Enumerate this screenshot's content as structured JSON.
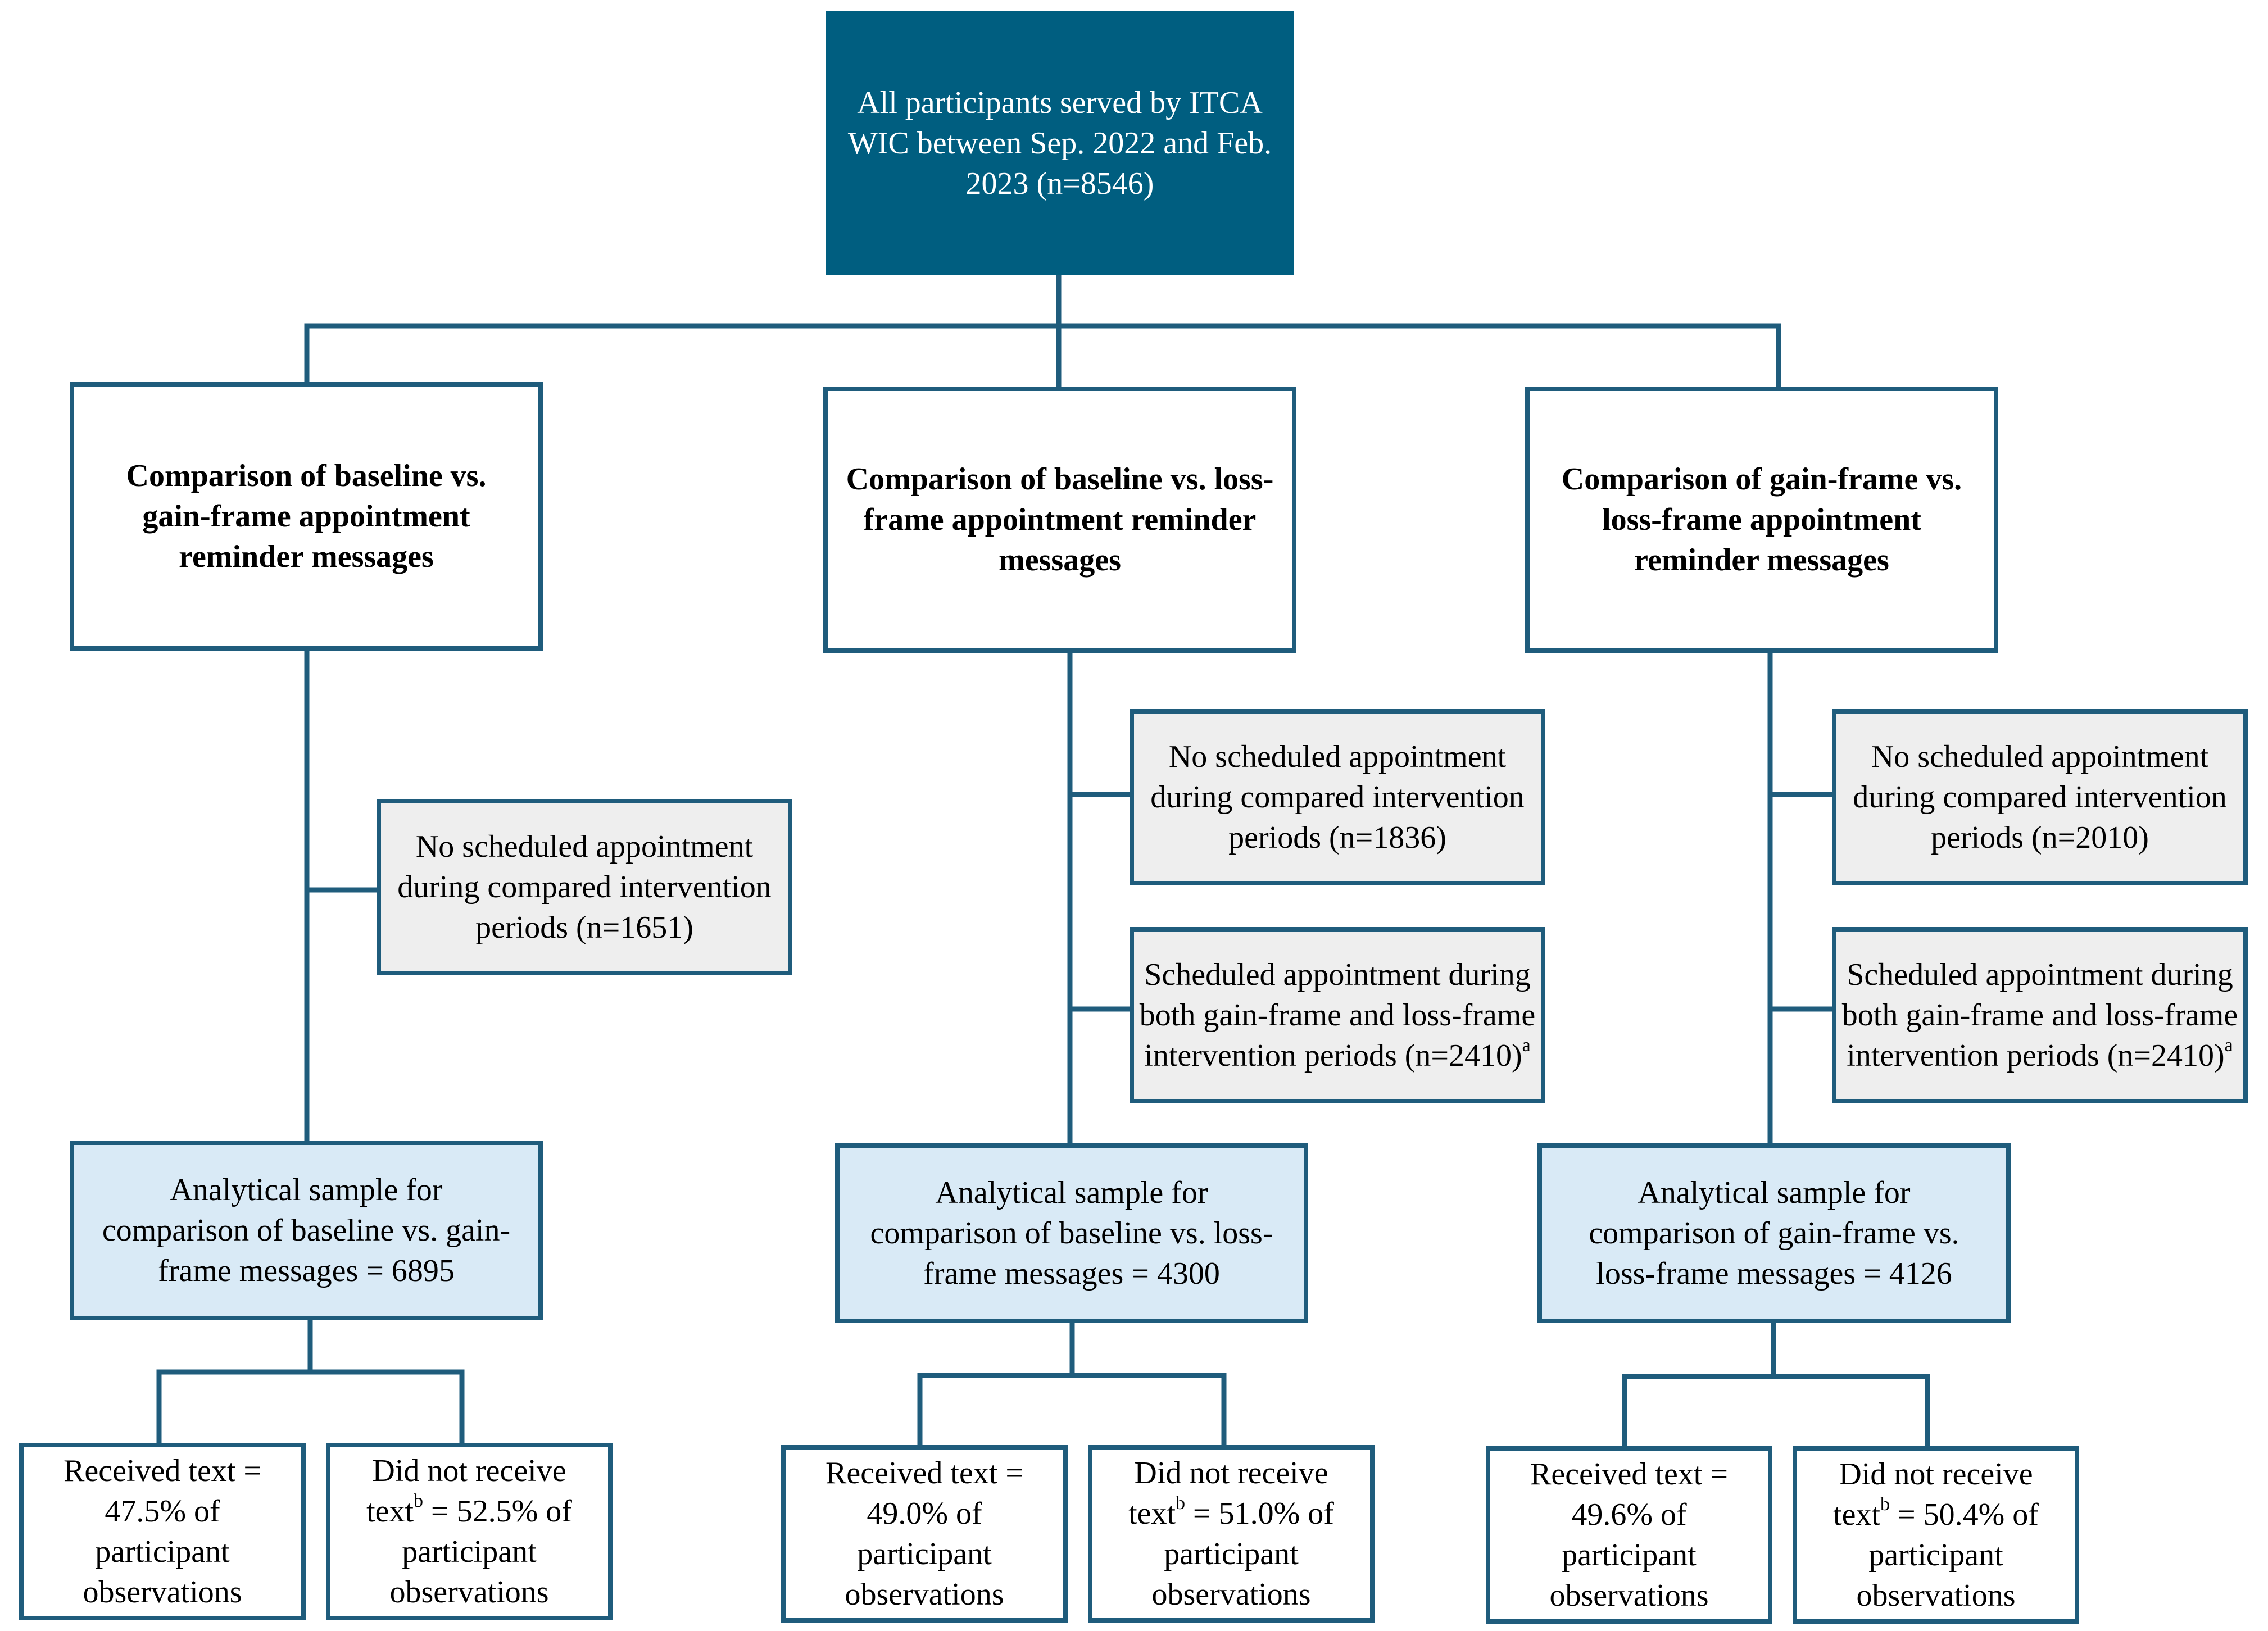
{
  "colors": {
    "primary": "#005e80",
    "line": "#1f5c7c",
    "exclusion_fill": "#eeeeee",
    "analysis_fill": "#d9eaf6"
  },
  "top": {
    "text": "All participants served by ITCA WIC between Sep. 2022 and Feb. 2023 (n=8546)"
  },
  "columns": [
    {
      "comparison": "Comparison of baseline vs. gain-frame appointment reminder messages",
      "no_appt": "No scheduled appointment during compared intervention periods (n=1651)",
      "both_periods_text": "",
      "both_periods_sup": "",
      "analytical": "Analytical sample for comparison of baseline vs. gain-frame messages = 6895",
      "received": "Received text = 47.5% of participant observations",
      "not_received_pre": "Did not receive text",
      "not_received_sup": "b",
      "not_received_post": " = 52.5% of participant observations"
    },
    {
      "comparison": "Comparison of baseline vs. loss-frame appointment reminder messages",
      "no_appt": "No scheduled appointment during compared intervention periods (n=1836)",
      "both_periods_text": "Scheduled appointment during both gain-frame and loss-frame intervention periods (n=2410)",
      "both_periods_sup": "a",
      "analytical": "Analytical sample for comparison of baseline vs. loss-frame messages = 4300",
      "received": "Received text = 49.0% of participant observations",
      "not_received_pre": "Did not receive text",
      "not_received_sup": "b",
      "not_received_post": " = 51.0% of participant observations"
    },
    {
      "comparison": "Comparison of gain-frame vs. loss-frame appointment reminder messages",
      "no_appt": "No scheduled appointment during compared intervention periods (n=2010)",
      "both_periods_text": "Scheduled appointment during both gain-frame and loss-frame intervention periods (n=2410)",
      "both_periods_sup": "a",
      "analytical": "Analytical sample for comparison of gain-frame vs. loss-frame messages = 4126",
      "received": "Received text = 49.6% of participant observations",
      "not_received_pre": "Did not receive text",
      "not_received_sup": "b",
      "not_received_post": " = 50.4% of participant observations"
    }
  ]
}
